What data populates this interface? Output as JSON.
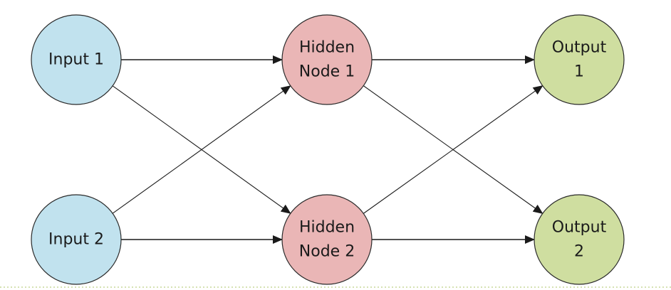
{
  "nodes": [
    {
      "id": "input-1",
      "lines": [
        "Input 1"
      ],
      "color": "#c1e2ee"
    },
    {
      "id": "input-2",
      "lines": [
        "Input 2"
      ],
      "color": "#c1e2ee"
    },
    {
      "id": "hidden-1",
      "lines": [
        "Hidden",
        "Node 1"
      ],
      "color": "#eab6b6"
    },
    {
      "id": "hidden-2",
      "lines": [
        "Hidden",
        "Node 2"
      ],
      "color": "#eab6b6"
    },
    {
      "id": "output-1",
      "lines": [
        "Output",
        "1"
      ],
      "color": "#cfdea0"
    },
    {
      "id": "output-2",
      "lines": [
        "Output",
        "2"
      ],
      "color": "#cfdea0"
    }
  ],
  "edges": [
    {
      "from": "input-1",
      "to": "hidden-1"
    },
    {
      "from": "input-1",
      "to": "hidden-2"
    },
    {
      "from": "input-2",
      "to": "hidden-1"
    },
    {
      "from": "input-2",
      "to": "hidden-2"
    },
    {
      "from": "hidden-1",
      "to": "output-1"
    },
    {
      "from": "hidden-1",
      "to": "output-2"
    },
    {
      "from": "hidden-2",
      "to": "output-1"
    },
    {
      "from": "hidden-2",
      "to": "output-2"
    }
  ],
  "colors": {
    "stroke": "#1a1a1a",
    "node_border": "#2a2a2a"
  }
}
